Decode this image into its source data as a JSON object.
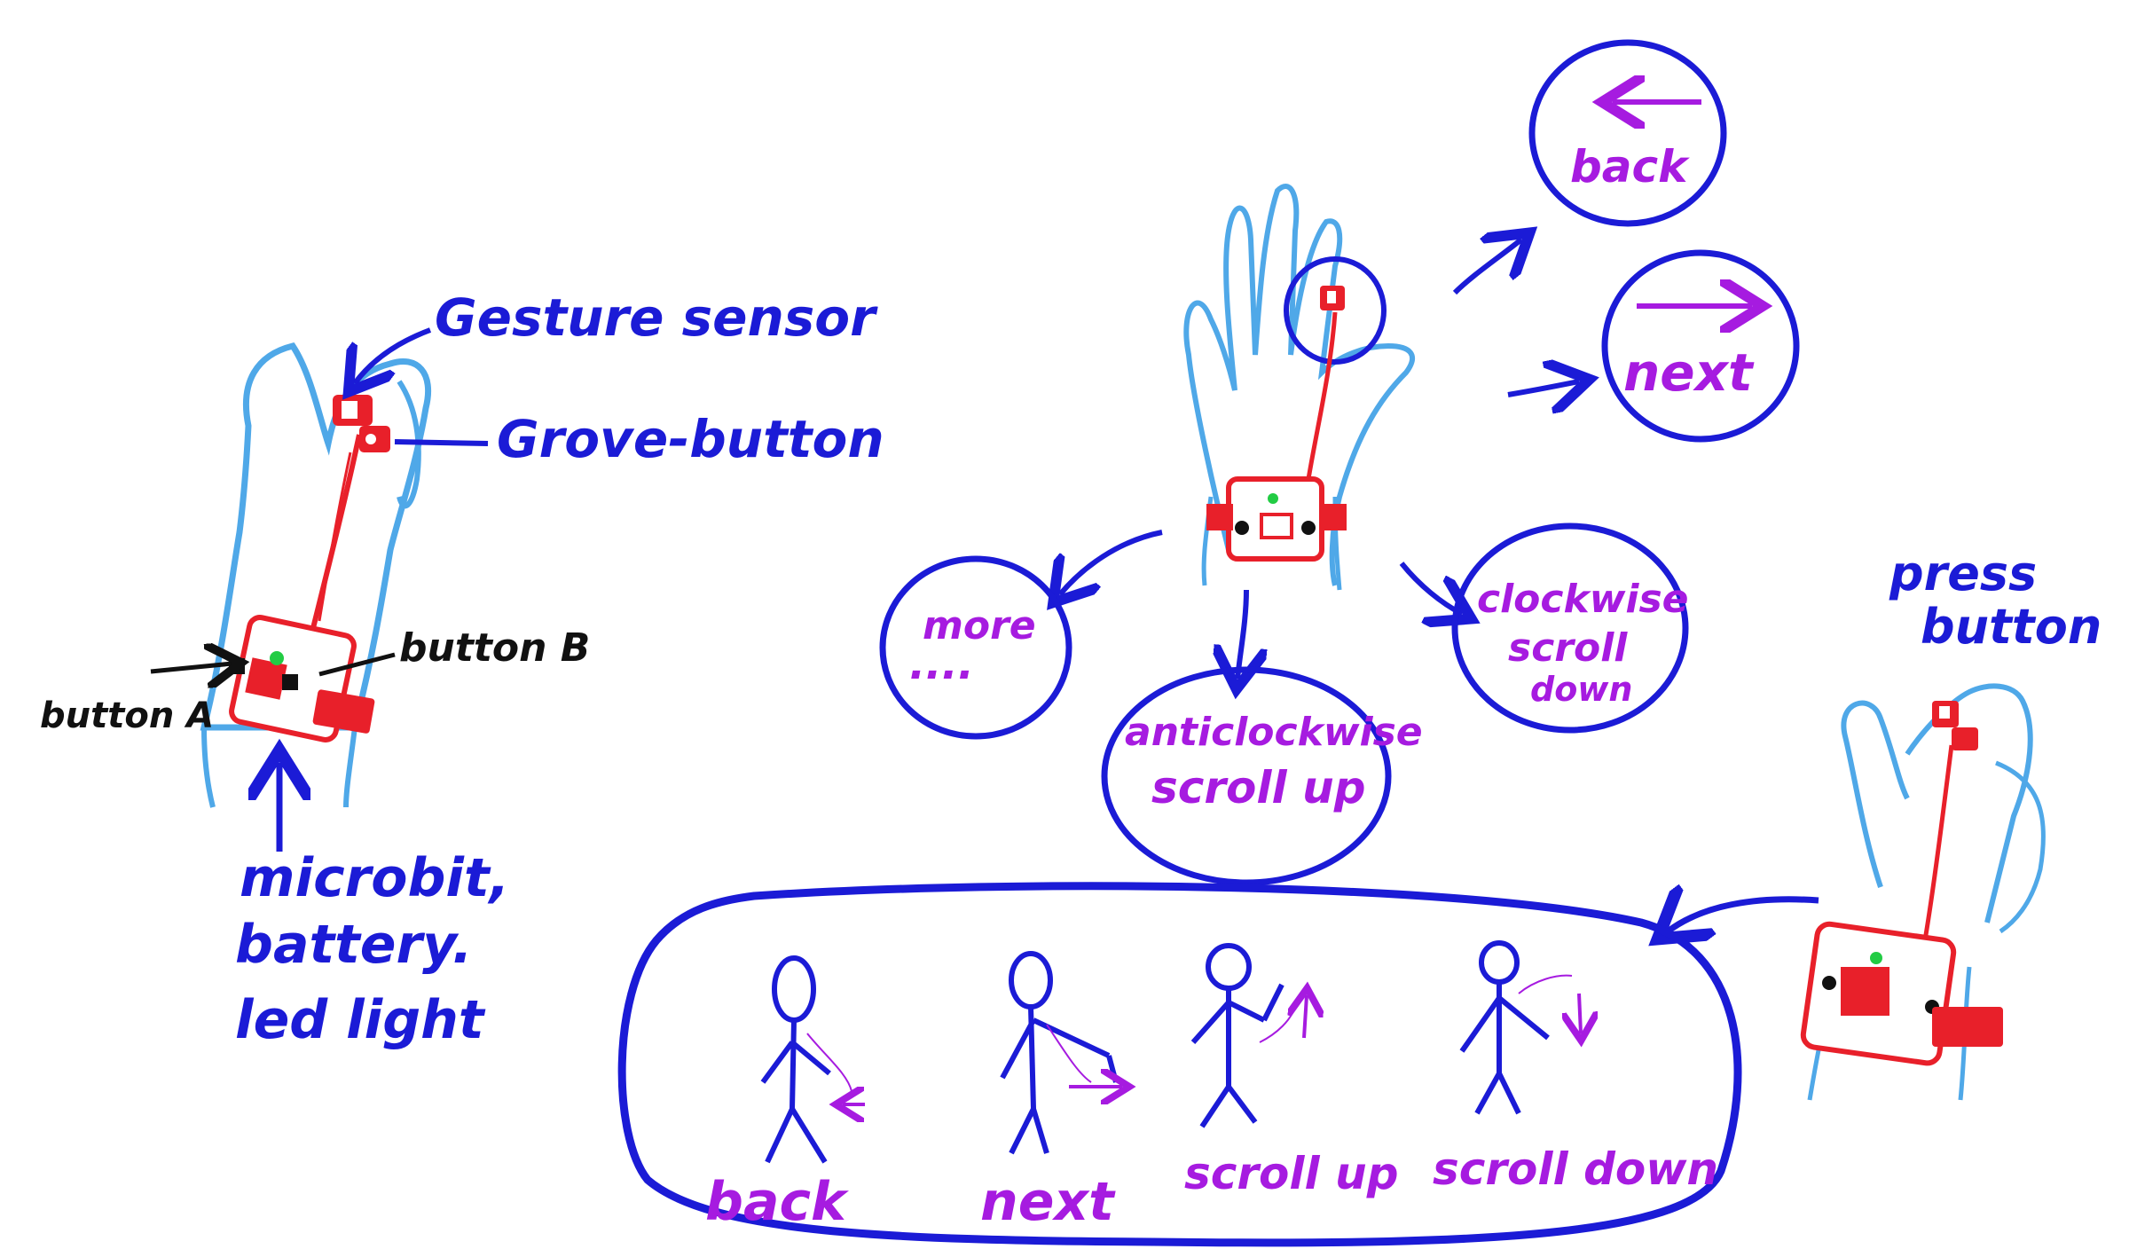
{
  "colors": {
    "ink_blue": "#1b1bd6",
    "ink_purple": "#a61be0",
    "ink_black": "#111111",
    "device_red": "#e8202a",
    "hand_cyan": "#4fa8e8",
    "led_green": "#22cc44"
  },
  "left_figure": {
    "gesture_sensor": "Gesture sensor",
    "grove_button": "Grove-button",
    "button_a": "button A",
    "button_b": "button B",
    "device_lines": [
      "microbit,",
      "battery.",
      "led light"
    ]
  },
  "center_figure": {
    "options": {
      "back": "back",
      "next": "next",
      "more": "more",
      "more_dots": "....",
      "clockwise_1": "clockwise",
      "clockwise_2": "scroll",
      "clockwise_3": "down",
      "anticlockwise_1": "anticlockwise",
      "anticlockwise_2": "scroll up"
    }
  },
  "right_figure": {
    "press_1": "press",
    "press_2": "button"
  },
  "gestures": {
    "labels": [
      "back",
      "next",
      "scroll up",
      "scroll down"
    ]
  }
}
